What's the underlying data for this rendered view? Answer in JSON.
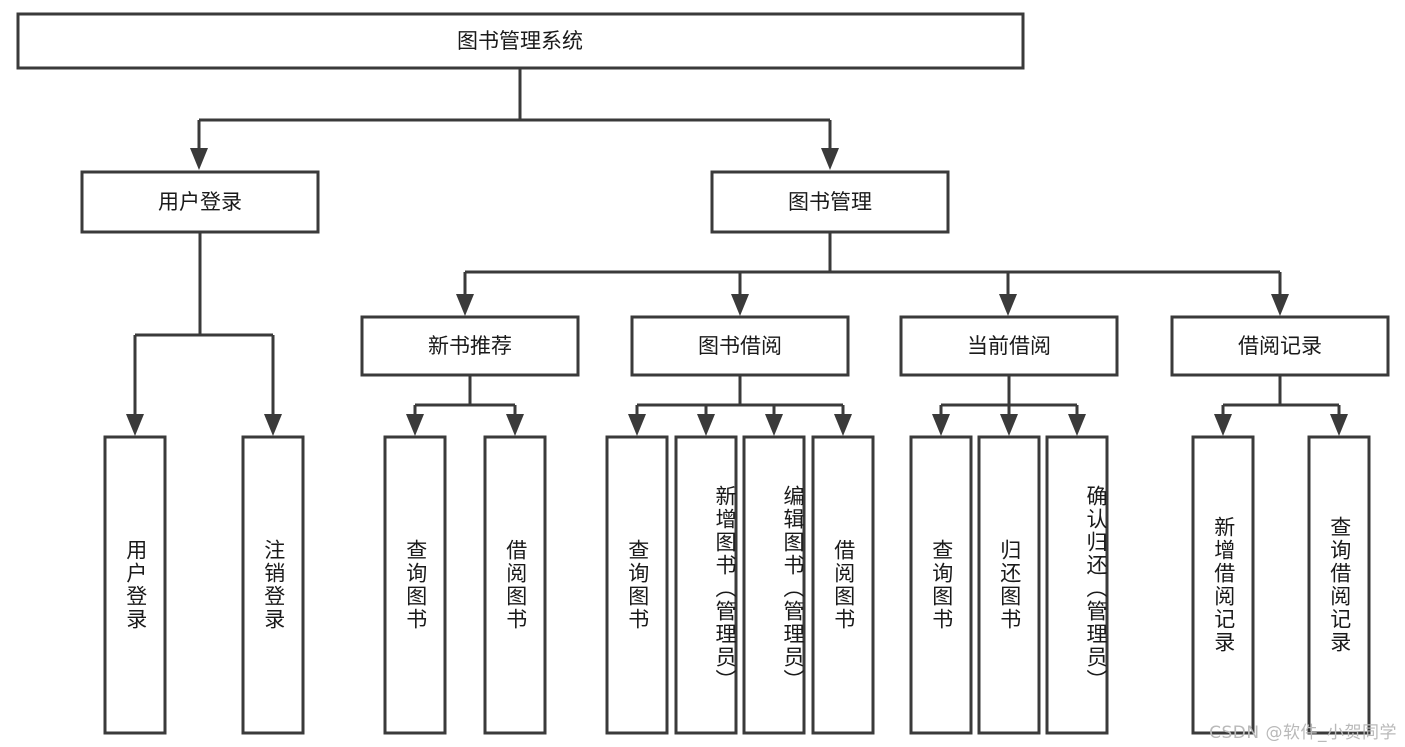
{
  "diagram": {
    "title": "图书管理系统",
    "type": "tree",
    "orientation": "top-down",
    "colors": {
      "box_fill": "#ffffff",
      "box_stroke": "#3a3a3a",
      "text": "#1a1a1a",
      "background": "#ffffff",
      "watermark": "#b9b9b9"
    },
    "root": {
      "label": "图书管理系统"
    },
    "level2": [
      {
        "label": "用户登录"
      },
      {
        "label": "图书管理"
      }
    ],
    "level3": [
      {
        "label": "新书推荐"
      },
      {
        "label": "图书借阅"
      },
      {
        "label": "当前借阅"
      },
      {
        "label": "借阅记录"
      }
    ],
    "leaves": {
      "user_login": [
        {
          "label": "用户登录"
        },
        {
          "label": "注销登录"
        }
      ],
      "new_book_recommend": [
        {
          "label": "查询图书"
        },
        {
          "label": "借阅图书"
        }
      ],
      "book_borrow": [
        {
          "label": "查询图书"
        },
        {
          "label": "新增图书（管理员）"
        },
        {
          "label": "编辑图书（管理员）"
        },
        {
          "label": "借阅图书"
        }
      ],
      "current_borrow": [
        {
          "label": "查询图书"
        },
        {
          "label": "归还图书"
        },
        {
          "label": "确认归还（管理员）"
        }
      ],
      "borrow_record": [
        {
          "label": "新增借阅记录"
        },
        {
          "label": "查询借阅记录"
        }
      ]
    }
  },
  "watermark": {
    "text": "CSDN @软件_小贺同学"
  }
}
